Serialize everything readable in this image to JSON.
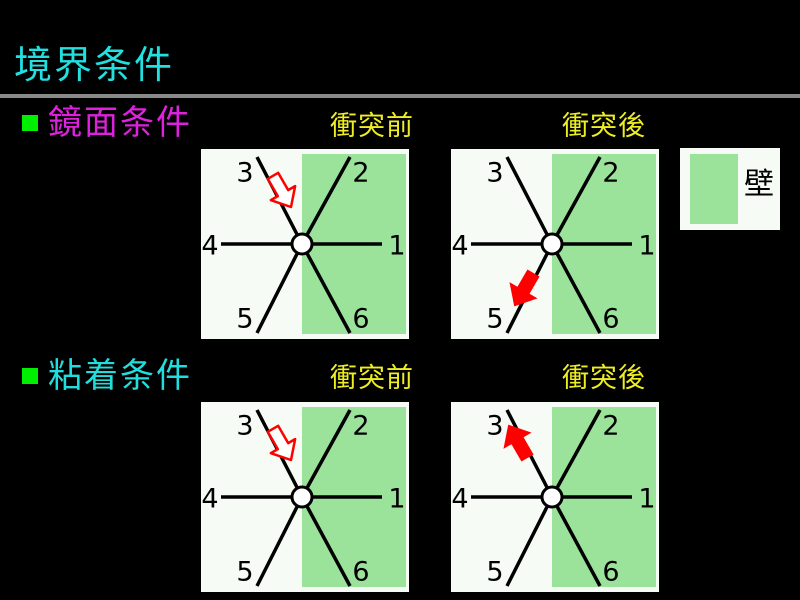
{
  "title": "境界条件",
  "sections": [
    {
      "label": "鏡面条件",
      "color": "#dd22dd",
      "before": "衝突前",
      "after": "衝突後"
    },
    {
      "label": "粘着条件",
      "color": "#22dddd",
      "before": "衝突前",
      "after": "衝突後"
    }
  ],
  "direction_labels": [
    "1",
    "2",
    "3",
    "4",
    "5",
    "6"
  ],
  "legend": {
    "label": "壁",
    "color": "#9be39b"
  },
  "colors": {
    "title": "#22e0e0",
    "caption": "#eeee22",
    "bullet": "#00ee00",
    "arrow": "#ff0000"
  }
}
